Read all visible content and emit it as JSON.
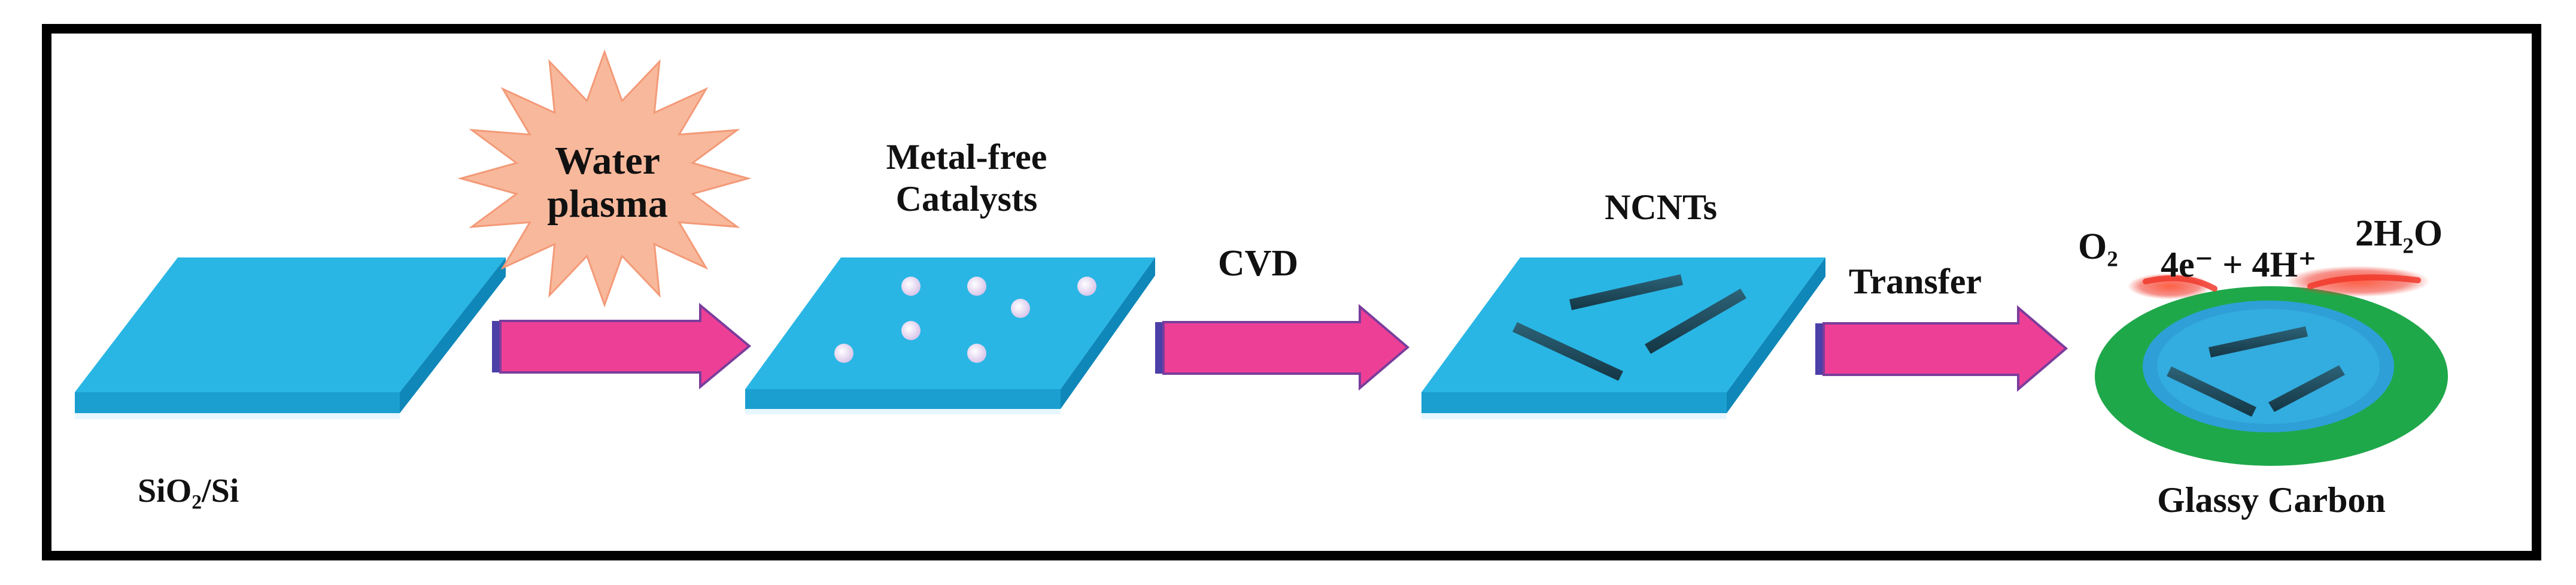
{
  "labels": {
    "substrate": "SiO₂/Si",
    "water_plasma_line1": "Water",
    "water_plasma_line2": "plasma",
    "catalysts_line1": "Metal-free",
    "catalysts_line2": "Catalysts",
    "cvd": "CVD",
    "ncnts": "NCNTs",
    "transfer": "Transfer",
    "o2": "O₂",
    "reaction": "4e⁻ + 4H⁺",
    "h2o": "2H₂O",
    "glassy_carbon": "Glassy Carbon"
  },
  "colors": {
    "frame": "#000000",
    "plate_top": "#29b6e4",
    "plate_front": "#1a9fd0",
    "plate_side": "#0f87b8",
    "plate_base": "#e8f7ff",
    "arrow_fill": "#ee3f96",
    "arrow_tail": "#4b3fa8",
    "starburst": "#f8b89b",
    "catalyst_dot": "#f3ecf6",
    "nanotube": "#1e4c5e",
    "glassy_carbon": "#1fa84a",
    "glassy_inner": "#2f9fd8",
    "reaction_glow": "#f0382b"
  }
}
